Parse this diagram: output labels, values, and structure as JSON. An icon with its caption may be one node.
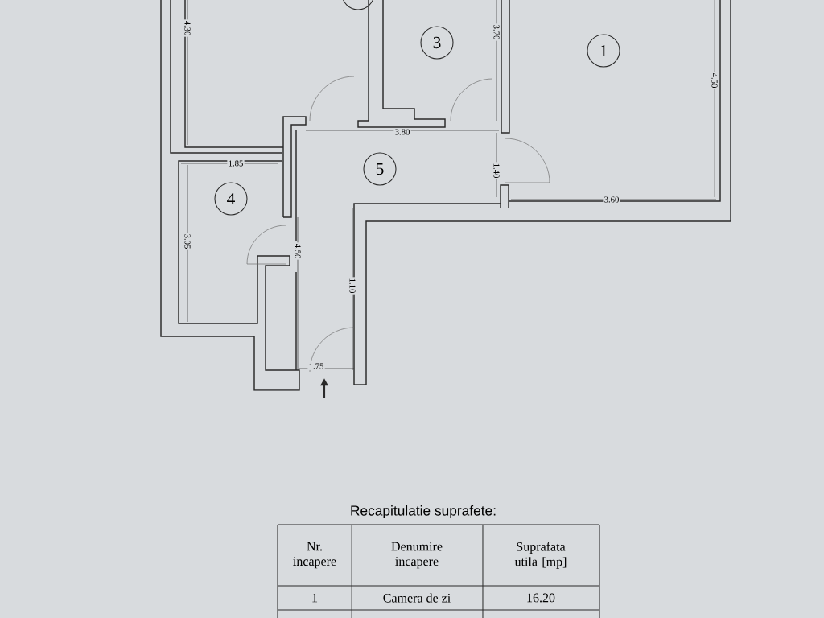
{
  "diagram": {
    "nodes": [
      {
        "text": [],
        "shape": "circle"
      },
      {
        "text": [
          "3"
        ]
      },
      {
        "text": [
          "1"
        ]
      },
      {
        "text": [
          "5"
        ]
      },
      {
        "text": [
          "4"
        ]
      }
    ],
    "labels": [
      "4.30",
      "3.70",
      "4.50",
      "3.80",
      "1.40",
      "1.85",
      "3.60",
      "3.05",
      "4.50",
      "1.10",
      "1.75",
      "Recapitulatie suprafete:",
      "Nr. incapere",
      "Denumire incapere",
      "Suprafata utila [mp]",
      "1",
      "Camera de zi",
      "16.20"
    ]
  }
}
